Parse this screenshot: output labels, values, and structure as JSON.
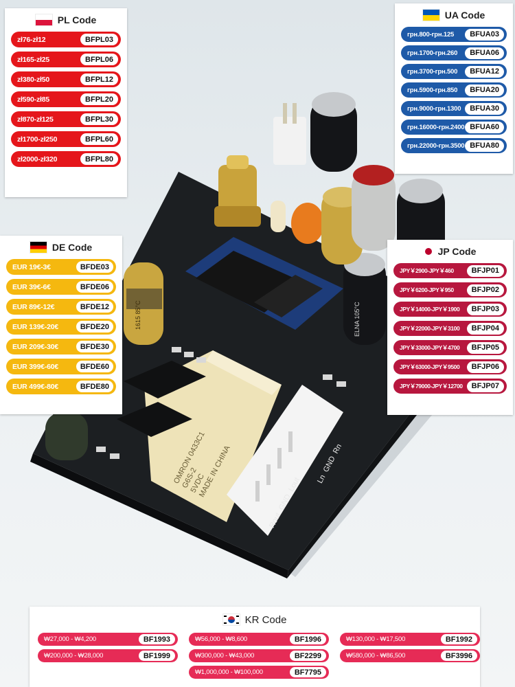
{
  "panels": {
    "pl": {
      "title": "PL Code",
      "flag_icon": "poland-flag-icon",
      "accent": "#e5161b",
      "rows": [
        {
          "range": "zł76-zł12",
          "code": "BFPL03"
        },
        {
          "range": "zł165-zł25",
          "code": "BFPL06"
        },
        {
          "range": "zł380-zł50",
          "code": "BFPL12"
        },
        {
          "range": "zł590-zł85",
          "code": "BFPL20"
        },
        {
          "range": "zł870-zł125",
          "code": "BFPL30"
        },
        {
          "range": "zł1700-zł250",
          "code": "BFPL60"
        },
        {
          "range": "zł2000-zł320",
          "code": "BFPL80"
        }
      ]
    },
    "ua": {
      "title": "UA Code",
      "flag_icon": "ukraine-flag-icon",
      "accent": "#1e5aa8",
      "rows": [
        {
          "range": "грн.800-грн.125",
          "code": "BFUA03"
        },
        {
          "range": "грн.1700-грн.260",
          "code": "BFUA06"
        },
        {
          "range": "грн.3700-грн.500",
          "code": "BFUA12"
        },
        {
          "range": "грн.5900-грн.850",
          "code": "BFUA20"
        },
        {
          "range": "грн.9000-грн.1300",
          "code": "BFUA30"
        },
        {
          "range": "грн.16000-грн.2400",
          "code": "BFUA60"
        },
        {
          "range": "грн.22000-грн.3500",
          "code": "BFUA80"
        }
      ]
    },
    "de": {
      "title": "DE Code",
      "flag_icon": "germany-flag-icon",
      "accent": "#f5b80f",
      "rows": [
        {
          "range": "EUR 19€-3€",
          "code": "BFDE03"
        },
        {
          "range": "EUR 39€-6€",
          "code": "BFDE06"
        },
        {
          "range": "EUR 89€-12€",
          "code": "BFDE12"
        },
        {
          "range": "EUR 139€-20€",
          "code": "BFDE20"
        },
        {
          "range": "EUR 209€-30€",
          "code": "BFDE30"
        },
        {
          "range": "EUR 399€-60€",
          "code": "BFDE60"
        },
        {
          "range": "EUR 499€-80€",
          "code": "BFDE80"
        }
      ]
    },
    "jp": {
      "title": "JP Code",
      "flag_icon": "japan-flag-icon",
      "accent": "#b7173e",
      "rows": [
        {
          "range": "JPY￥2900-JPY￥460",
          "code": "BFJP01"
        },
        {
          "range": "JPY￥6200-JPY￥950",
          "code": "BFJP02"
        },
        {
          "range": "JPY￥14000-JPY￥1900",
          "code": "BFJP03"
        },
        {
          "range": "JPY￥22000-JPY￥3100",
          "code": "BFJP04"
        },
        {
          "range": "JPY￥33000-JPY￥4700",
          "code": "BFJP05"
        },
        {
          "range": "JPY￥63000-JPY￥9500",
          "code": "BFJP06"
        },
        {
          "range": "JPY￥79000-JPY￥12700",
          "code": "BFJP07"
        }
      ]
    },
    "kr": {
      "title": "KR Code",
      "flag_icon": "korea-flag-icon",
      "accent": "#e62b56",
      "rows": [
        {
          "range": "₩27,000 - ₩4,200",
          "code": "BF1993"
        },
        {
          "range": "₩56,000 - ₩8,600",
          "code": "BF1996"
        },
        {
          "range": "₩130,000 - ₩17,500",
          "code": "BF1992"
        },
        {
          "range": "₩200,000 - ₩28,000",
          "code": "BF1999"
        },
        {
          "range": "₩300,000 - ₩43,000",
          "code": "BF2299"
        },
        {
          "range": "₩580,000 - ₩86,500",
          "code": "BF3996"
        },
        {
          "range": "₩1,000,000 - ₩100,000",
          "code": "BF7795"
        }
      ]
    }
  },
  "board": {
    "silkscreen_labels": [
      "Rout",
      "GND",
      "Lout",
      "Ln",
      "GND",
      "Rn"
    ],
    "relay_text": [
      "OMRON",
      "G6S-2",
      "5VDC",
      "0433C1",
      "MADE IN CHINA"
    ],
    "capacitor_text": [
      "1615",
      "85°C",
      "ELNA",
      "105°C"
    ]
  }
}
